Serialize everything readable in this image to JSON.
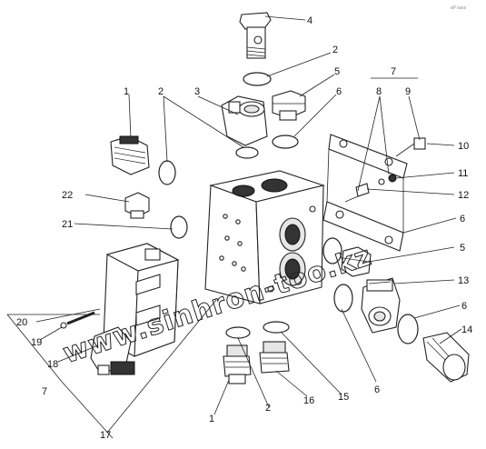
{
  "watermark": "www.sinhron-too.kz",
  "corner_mark": "sP ssss",
  "labels": [
    "1",
    "2",
    "3",
    "4",
    "5",
    "6",
    "7",
    "8",
    "9",
    "10",
    "11",
    "12",
    "13",
    "14",
    "15",
    "16",
    "17",
    "18",
    "19",
    "20",
    "21",
    "22"
  ],
  "colors": {
    "ink": "#222222",
    "background": "#ffffff"
  }
}
